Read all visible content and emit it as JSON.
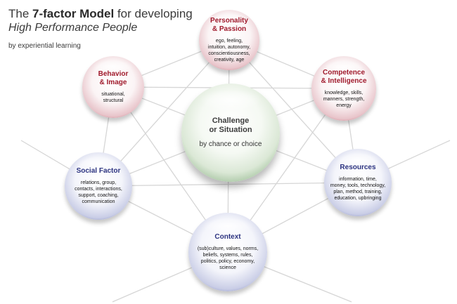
{
  "title": {
    "line1_prefix": "The ",
    "line1_bold": "7-factor Model",
    "line1_suffix": " for developing",
    "line2": "High Performance People",
    "line3": "by experiential learning"
  },
  "nodes": {
    "personality": {
      "title": "Personality\n& Passion",
      "body": "ego, feeling,\nintuition, autonomy,\nconscientiousness,\ncreativity, age"
    },
    "behavior": {
      "title": "Behavior\n& Image",
      "body": "situational,\nstructural"
    },
    "competence": {
      "title": "Competence\n& Intelligence",
      "body": "knowledge, skills,\nmanners, strength,\nenergy"
    },
    "challenge": {
      "title": "Challenge\nor Situation",
      "body": "by chance or choice"
    },
    "social": {
      "title": "Social Factor",
      "body": "relations, group,\ncontacts, interactions,\nsupport, coaching,\ncommunication"
    },
    "resources": {
      "title": "Resources",
      "body": "information, time,\nmoney, tools, technology,\nplan, method, training,\neducation, upbringing"
    },
    "context": {
      "title": "Context",
      "body": "(sub)culture, values, norms,\nbeliefs, systems, rules,\npolitics, policy, economy,\nscience"
    }
  },
  "colors": {
    "outer_factor_red": "#a01a2c",
    "outer_factor_blue": "#2c3380",
    "center_green": "#8fb58a",
    "connector_lines": "#d9d9d9"
  }
}
